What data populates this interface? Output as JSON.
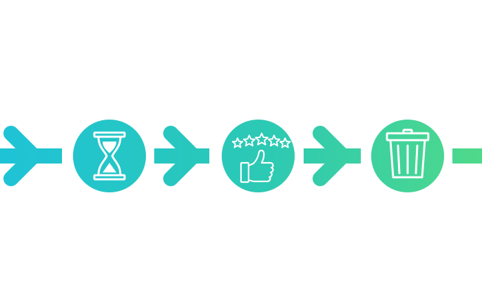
{
  "flow": {
    "gradient": {
      "start": "#1ec3d6",
      "mid": "#2cc9b4",
      "end": "#4fd98a"
    },
    "icon_stroke": "#ffffff",
    "steps": [
      {
        "icon": "hourglass-icon"
      },
      {
        "icon": "five-star-thumbs-up-icon"
      },
      {
        "icon": "trash-bin-icon"
      }
    ],
    "connectors": [
      "arrow-right",
      "arrow-right",
      "arrow-right",
      "line-segment"
    ]
  }
}
